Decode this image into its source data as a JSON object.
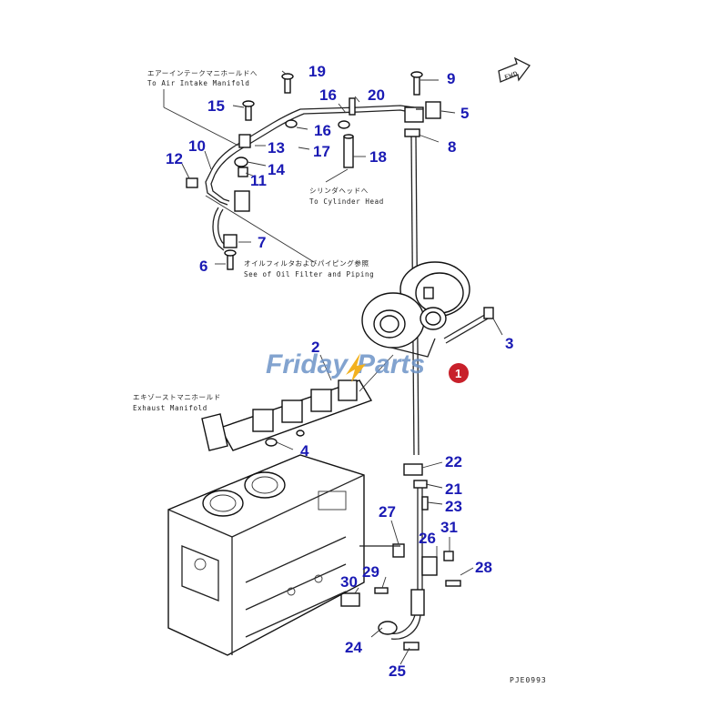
{
  "callouts": [
    "1",
    "2",
    "3",
    "4",
    "5",
    "6",
    "7",
    "8",
    "9",
    "10",
    "11",
    "12",
    "13",
    "14",
    "15",
    "16",
    "16",
    "17",
    "18",
    "19",
    "20",
    "21",
    "22",
    "23",
    "24",
    "25",
    "26",
    "27",
    "28",
    "29",
    "30",
    "31"
  ],
  "notes": {
    "air_intake_jp": "エアーインテークマニホールドへ",
    "air_intake_en": "To Air Intake Manifold",
    "cylinder_head_jp": "シリンダヘッドへ",
    "cylinder_head_en": "To Cylinder Head",
    "oil_filter_jp": "オイルフィルタおよびパイピング参照",
    "oil_filter_en": "See of Oil Filter and Piping",
    "exhaust_jp": "エキゾーストマニホールド",
    "exhaust_en": "Exhaust Manifold"
  },
  "fwd_label": "FWD",
  "drawing_code": "PJE0993",
  "watermark": {
    "part1": "Friday",
    "part2": "Parts"
  },
  "colors": {
    "callout": "#1a1ab4",
    "watermark": "#6d93c7",
    "badge": "#c8202a"
  }
}
